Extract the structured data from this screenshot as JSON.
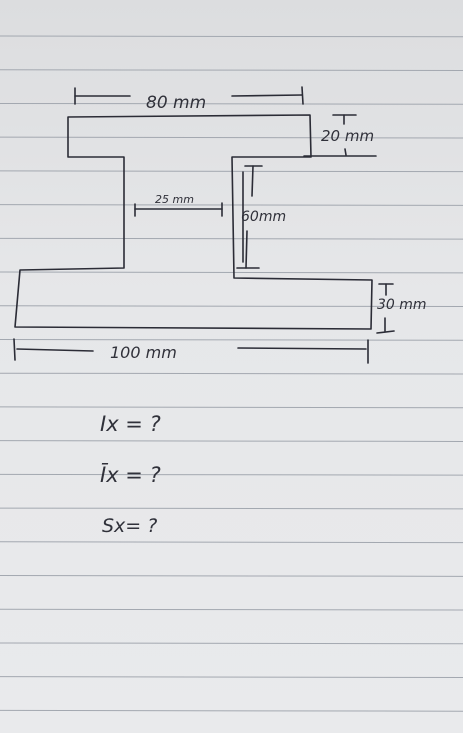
{
  "diagram": {
    "dimensions": {
      "top_width": "80 mm",
      "flange_thickness": "20 mm",
      "web_gap": "25 mm",
      "web_height": "60mm",
      "base_thickness": "30 mm",
      "base_width": "100 mm"
    }
  },
  "questions": {
    "q1": "Ix = ?",
    "q2": "Īx = ?",
    "q3": "Sx= ?"
  },
  "colors": {
    "paper": "#e6e7e9",
    "rule": "#a3a8b0",
    "ink": "#2b2c36"
  }
}
